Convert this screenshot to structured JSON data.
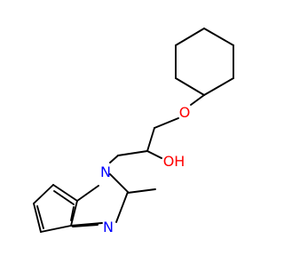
{
  "molecule": {
    "atom_labels": {
      "ether_oxygen": "O",
      "hydroxyl": "OH",
      "n1": "N",
      "n3": "N"
    },
    "colors": {
      "bond": "#000000",
      "oxygen": "#ff0000",
      "nitrogen": "#0000ff",
      "background": "#ffffff"
    }
  }
}
